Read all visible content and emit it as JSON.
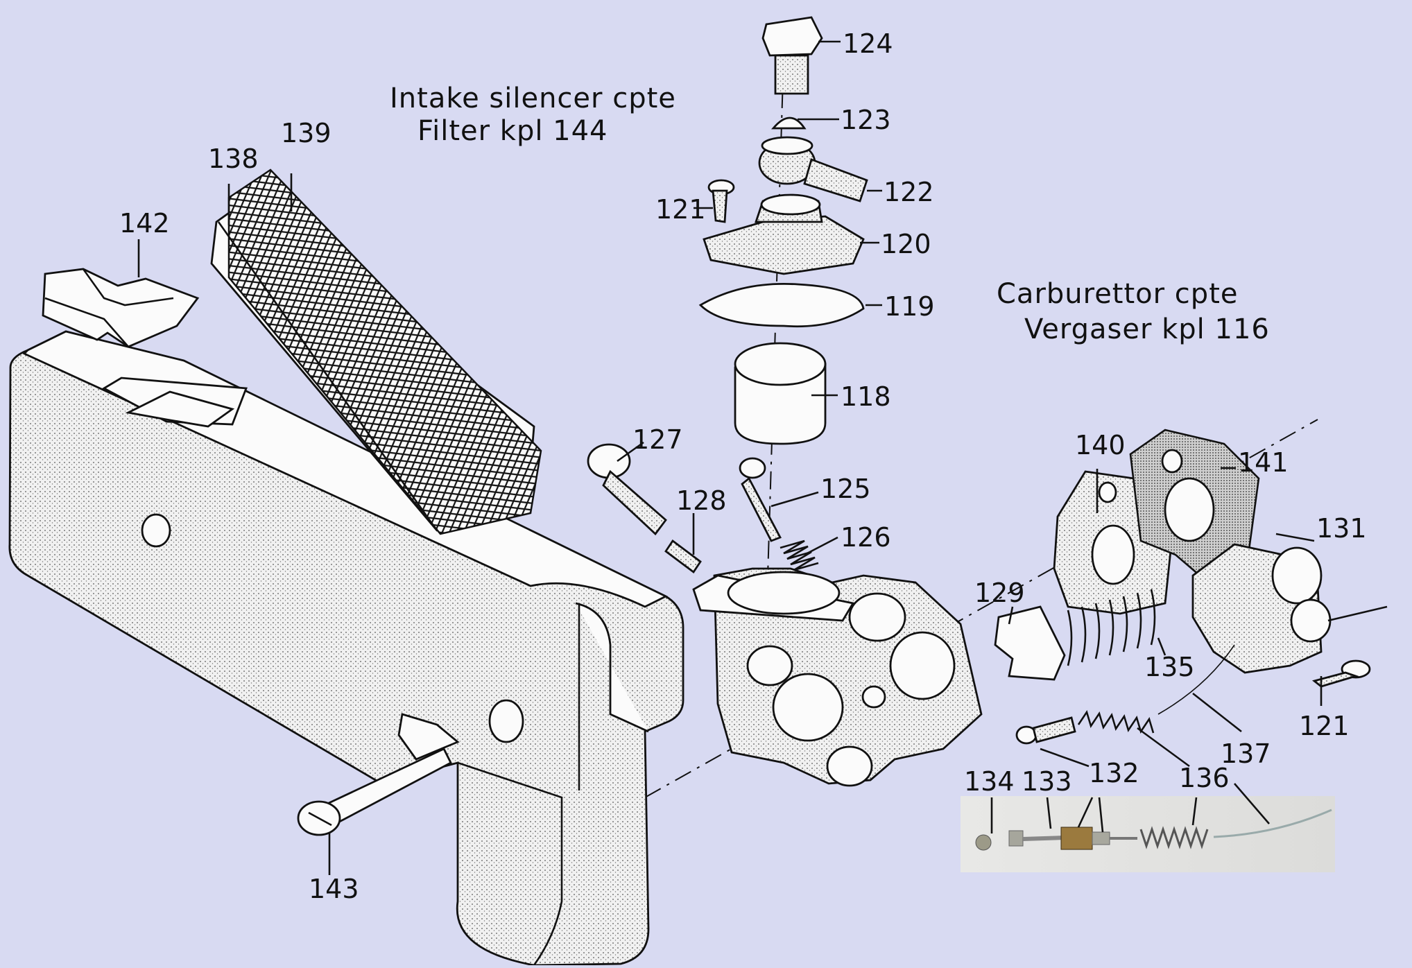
{
  "captions": {
    "intake_en": "Intake silencer cpte",
    "intake_de": "Filter kpl 144",
    "carb_en": "Carburettor cpte",
    "carb_de": "Vergaser kpl 116"
  },
  "labels": {
    "p124": "124",
    "p123": "123",
    "p122": "122",
    "p121a": "121",
    "p120": "120",
    "p119": "119",
    "p118": "118",
    "p127": "127",
    "p128": "128",
    "p125": "125",
    "p126": "126",
    "p139": "139",
    "p138": "138",
    "p142": "142",
    "p140": "140",
    "p141": "141",
    "p131": "131",
    "p129": "129",
    "p135": "135",
    "p121b": "121",
    "p137": "137",
    "p132": "132",
    "p136": "136",
    "p134": "134",
    "p133": "133",
    "p132b": "132",
    "p143": "143",
    "p136b": "136"
  },
  "colors": {
    "background": "#d8daf2",
    "ink": "#111111",
    "paper": "#fbfbfb",
    "photo_bg": "#e6e6e4"
  }
}
